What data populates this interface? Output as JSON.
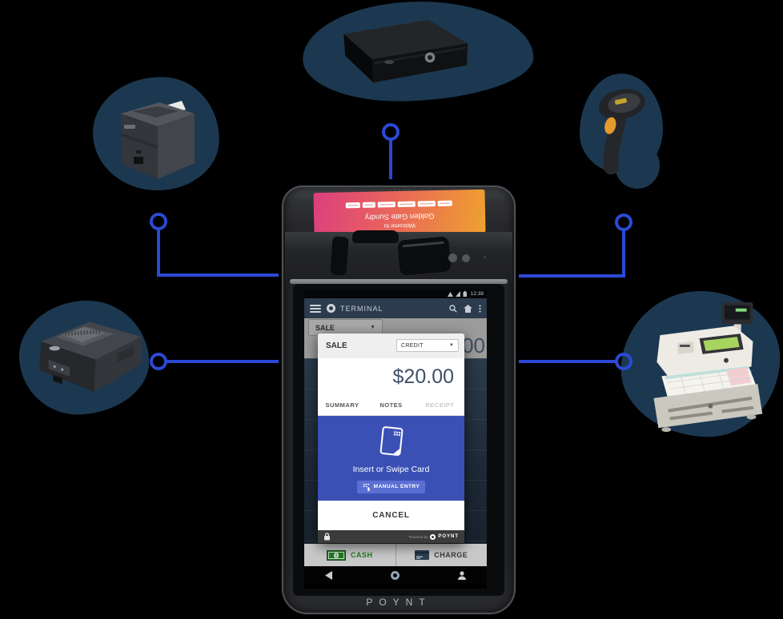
{
  "colors": {
    "background": "#000000",
    "blob": "#1b3850",
    "connector": "#2b49d4",
    "dialog_blue": "#3a50b5",
    "accent_green": "#237a23"
  },
  "customer_display": {
    "line1": "Welcome to",
    "line2": "Golden Gate Sundry",
    "card_logo_count": 6
  },
  "terminal": {
    "brand": "POYNT"
  },
  "screen": {
    "status_bar": {
      "time": "12:38"
    },
    "app_bar": {
      "title": "TERMINAL"
    },
    "background_app": {
      "sale_dropdown": "SALE",
      "amount_fragment": "00"
    },
    "dialog": {
      "title": "SALE",
      "tender": "CREDIT",
      "amount": "$20.00",
      "tabs": [
        {
          "label": "SUMMARY"
        },
        {
          "label": "NOTES"
        },
        {
          "label": "RECEIPT"
        }
      ],
      "instruction": "Insert or Swipe Card",
      "manual_entry_label": "MANUAL ENTRY",
      "cancel_label": "CANCEL",
      "powered_by": "Powered by",
      "powered_brand": "POYNT"
    },
    "action_bar": {
      "cash_label": "CASH",
      "charge_label": "CHARGE"
    }
  },
  "icons": {
    "dropdown_caret": "▼",
    "connector_node": "circle",
    "peripherals": [
      "cash-drawer",
      "receipt-printer",
      "barcode-scanner",
      "impact-printer",
      "cash-register"
    ]
  }
}
